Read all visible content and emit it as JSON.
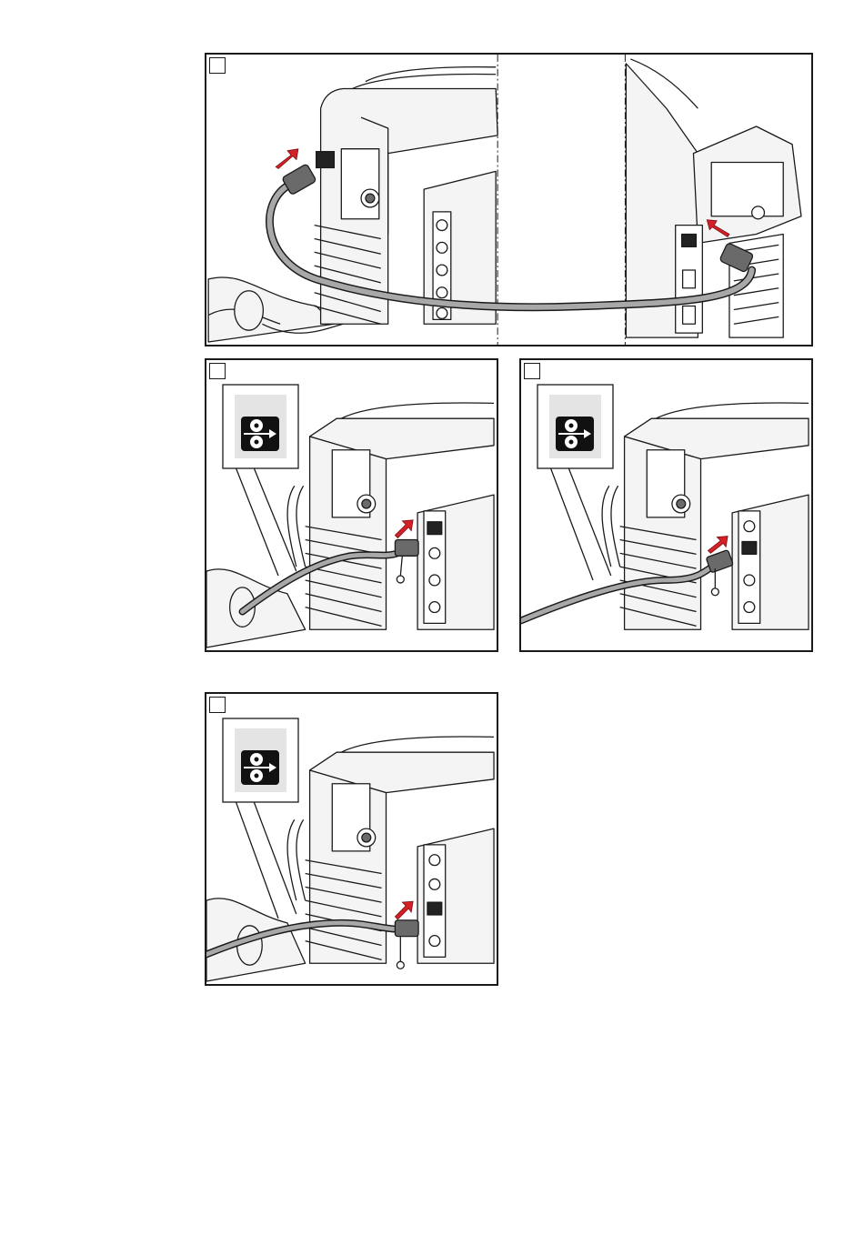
{
  "colors": {
    "outline": "#1a1a1a",
    "arrow": "#d42027",
    "cable_fill": "#a8a8a8",
    "machine_fill": "#f4f4f4",
    "symbol_tile_bg": "#e4e4e4",
    "symbol_fill": "#111111"
  },
  "icons": {
    "step_marker": "square-step-box",
    "direction_arrow": "red-insert-arrow",
    "wire_feed_symbol": "wire-feed-rollers-icon"
  },
  "panels": [
    {
      "id": "panel-1",
      "has_callout": false,
      "split_view": true
    },
    {
      "id": "panel-2",
      "has_callout": true,
      "split_view": false
    },
    {
      "id": "panel-3",
      "has_callout": true,
      "split_view": false
    },
    {
      "id": "panel-4",
      "has_callout": true,
      "split_view": false
    }
  ]
}
